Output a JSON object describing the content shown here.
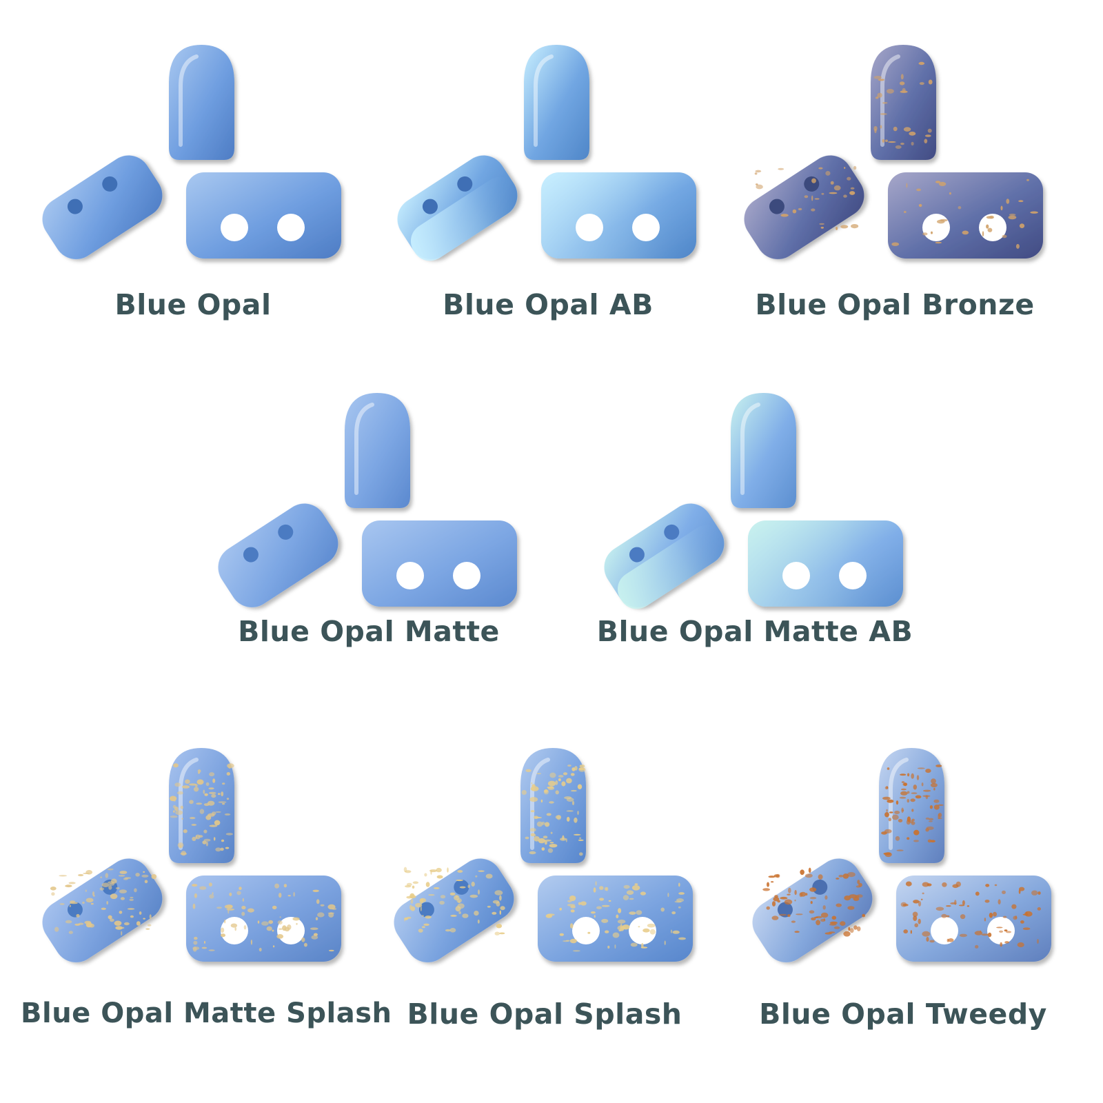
{
  "swatches": [
    {
      "label": "Blue Opal",
      "finish": "glossy",
      "base": "#6f9ee0",
      "light": "#a9c8f0",
      "dark": "#4d7cc4",
      "hole": "#3f6fb5"
    },
    {
      "label": "Blue Opal AB",
      "finish": "ab",
      "base": "#71a6e2",
      "light": "#c8efff",
      "dark": "#4f86c8",
      "hole": "#3f6fb5"
    },
    {
      "label": "Blue Opal Bronze",
      "finish": "bronze",
      "base": "#5f6fa8",
      "light": "#a7a7c9",
      "dark": "#414b83",
      "hole": "#3c4a7d",
      "fleck": "#d1a26a"
    },
    {
      "label": "Blue Opal Matte",
      "finish": "matte",
      "base": "#7ca6e3",
      "light": "#a8c6f0",
      "dark": "#5b89cf",
      "hole": "#4b7bc2"
    },
    {
      "label": "Blue Opal Matte AB",
      "finish": "matte-ab",
      "base": "#80aee8",
      "light": "#c9f2ef",
      "dark": "#5c8fd0",
      "hole": "#4b7bc2"
    },
    {
      "label": "Blue Opal Matte Splash",
      "finish": "splash",
      "base": "#7aa1de",
      "light": "#a9c4ef",
      "dark": "#5a84c7",
      "hole": "#4b7bc2",
      "fleck": "#e3c78a"
    },
    {
      "label": "Blue Opal Splash",
      "finish": "splash",
      "base": "#7aa3df",
      "light": "#b2cbef",
      "dark": "#5786cc",
      "hole": "#4b7bc2",
      "fleck": "#e8cd8a"
    },
    {
      "label": "Blue Opal Tweedy",
      "finish": "tweedy",
      "base": "#84a7dc",
      "light": "#c5d6f1",
      "dark": "#5f7fbd",
      "hole": "#4b6fb0",
      "fleck": "#c9722f"
    }
  ]
}
